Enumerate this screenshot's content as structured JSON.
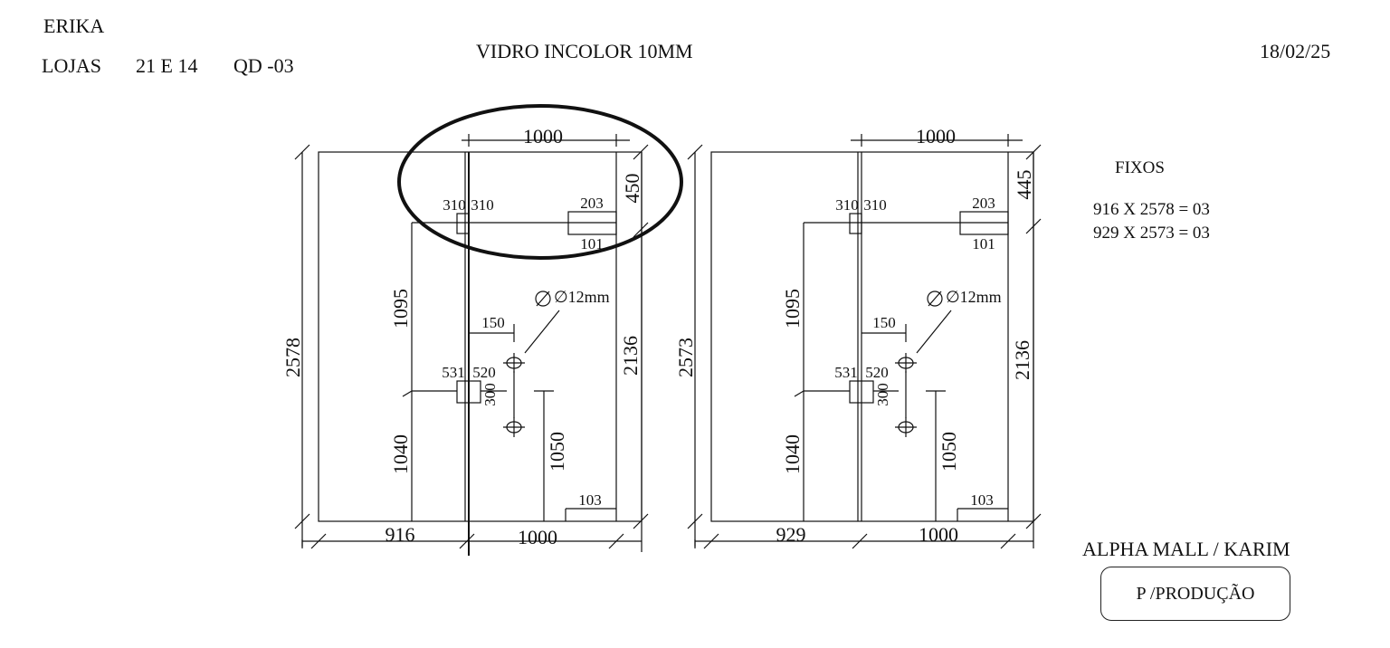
{
  "header": {
    "client": "ERIKA",
    "location": "LOJAS",
    "units": "21 E 14",
    "qd": "QD -03",
    "material": "VIDRO INCOLOR 10MM",
    "date": "18/02/25"
  },
  "drawing_a": {
    "top_width": "1000",
    "height_total": "2578",
    "top_gap": "450",
    "right_height": "2136",
    "hinge_left": "310",
    "hinge_right": "310",
    "patch_top": "203",
    "patch_bottom": "101",
    "left_upper": "1095",
    "left_lower": "1040",
    "lock_left": "531",
    "lock_right": "520",
    "hole_offset": "150",
    "hole_diameter": "∅12mm",
    "hole_spacing": "300",
    "handle_height": "1050",
    "bottom_patch": "103",
    "bottom_left": "916",
    "bottom_right": "1000"
  },
  "drawing_b": {
    "top_width": "1000",
    "height_total": "2573",
    "top_gap": "445",
    "right_height": "2136",
    "hinge_left": "310",
    "hinge_right": "310",
    "patch_top": "203",
    "patch_bottom": "101",
    "left_upper": "1095",
    "left_lower": "1040",
    "lock_left": "531",
    "lock_right": "520",
    "hole_offset": "150",
    "hole_diameter": "∅12mm",
    "hole_spacing": "300",
    "handle_height": "1050",
    "bottom_patch": "103",
    "bottom_left": "929",
    "bottom_right": "1000"
  },
  "fixos": {
    "title": "FIXOS",
    "lines": [
      "916 X 2578 = 03",
      "929 X 2573 = 03"
    ]
  },
  "footer": {
    "project": "ALPHA MALL / KARIM",
    "stamp": "P /PRODUÇÃO"
  }
}
